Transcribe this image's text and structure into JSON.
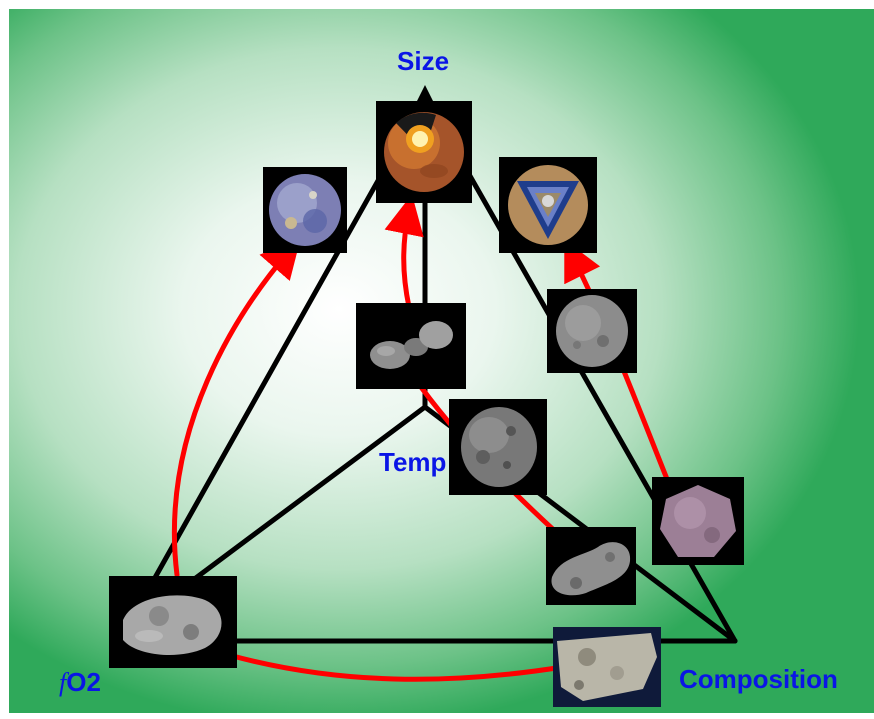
{
  "labels": {
    "top": "Size",
    "center": "Temp",
    "bottom_left_italic": "f",
    "bottom_left_rest": "O2",
    "bottom_right": "Composition"
  },
  "colors": {
    "label": "#0a15e6",
    "edges": "#000000",
    "arrows": "#ff0000",
    "background_edge": "#2fa95a"
  },
  "images": [
    {
      "name": "mars-cutaway-image"
    },
    {
      "name": "mercury-image"
    },
    {
      "name": "moon-cutaway-image"
    },
    {
      "name": "peanut-asteroid-image"
    },
    {
      "name": "ceres-image"
    },
    {
      "name": "vesta-image"
    },
    {
      "name": "bennu-image"
    },
    {
      "name": "eros-asteroid-image"
    },
    {
      "name": "meteorite-slab-image"
    },
    {
      "name": "gaspra-asteroid-image"
    }
  ]
}
